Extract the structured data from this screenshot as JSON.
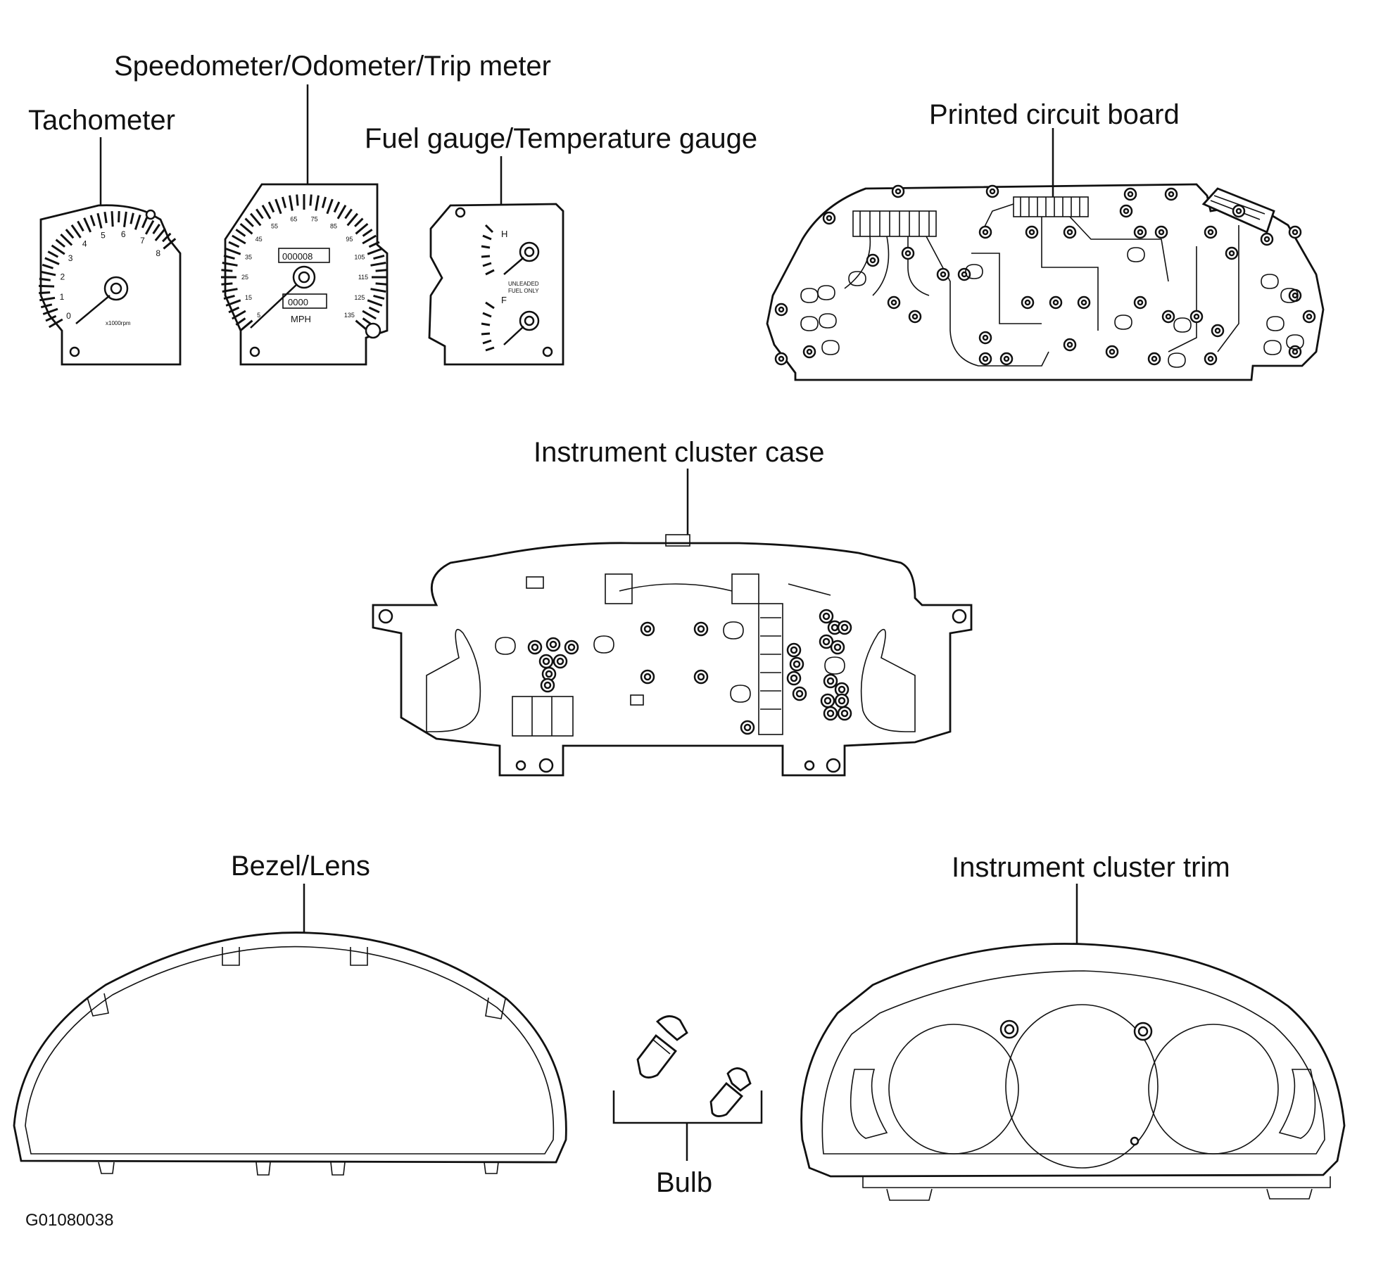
{
  "labels": {
    "tachometer": "Tachometer",
    "speedometer": "Speedometer/Odometer/Trip meter",
    "fuel_temp": "Fuel gauge/Temperature gauge",
    "pcb": "Printed circuit board",
    "case": "Instrument cluster case",
    "bezel": "Bezel/Lens",
    "trim": "Instrument cluster trim",
    "bulb": "Bulb"
  },
  "figure_code": "G01080038",
  "tach_dial": {
    "numbers": [
      "0",
      "1",
      "2",
      "3",
      "4",
      "5",
      "6",
      "7",
      "8"
    ],
    "unit": "x1000rpm"
  },
  "speedo_dial": {
    "numbers": [
      "5",
      "15",
      "25",
      "35",
      "45",
      "55",
      "65",
      "75",
      "85",
      "95",
      "105",
      "115",
      "125",
      "135"
    ],
    "unit": "MPH",
    "odometer": "000008",
    "trip": "0000"
  },
  "fuel_temp_dial": {
    "temp_high": "H",
    "fuel_full": "F",
    "note_line1": "UNLEADED",
    "note_line2": "FUEL ONLY"
  }
}
